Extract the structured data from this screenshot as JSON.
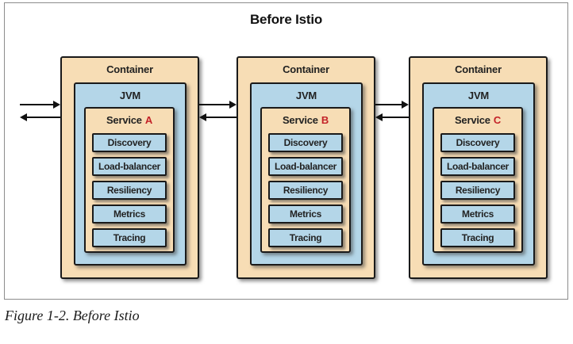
{
  "figure": {
    "title": "Before Istio",
    "caption": "Figure 1-2. Before Istio"
  },
  "colors": {
    "container_fill": "#f7ddb5",
    "jvm_fill": "#b4d6e8",
    "service_fill": "#f7ddb5",
    "feature_fill": "#b4d6e8",
    "box_border": "#1a1a1a",
    "service_letter_red": "#c32127",
    "frame_border": "#8c8c8c",
    "arrow_color": "#111111"
  },
  "containers": [
    {
      "label": "Container",
      "jvm_label": "JVM",
      "service_label": "Service",
      "service_id": "A",
      "features": [
        "Discovery",
        "Load-balancer",
        "Resiliency",
        "Metrics",
        "Tracing"
      ]
    },
    {
      "label": "Container",
      "jvm_label": "JVM",
      "service_label": "Service",
      "service_id": "B",
      "features": [
        "Discovery",
        "Load-balancer",
        "Resiliency",
        "Metrics",
        "Tracing"
      ]
    },
    {
      "label": "Container",
      "jvm_label": "JVM",
      "service_label": "Service",
      "service_id": "C",
      "features": [
        "Discovery",
        "Load-balancer",
        "Resiliency",
        "Metrics",
        "Tracing"
      ]
    }
  ],
  "arrows": [
    {
      "between": "left-edge-and-service-a",
      "directions": [
        "right",
        "left"
      ]
    },
    {
      "between": "service-a-and-service-b",
      "directions": [
        "right",
        "left"
      ]
    },
    {
      "between": "service-b-and-service-c",
      "directions": [
        "right",
        "left"
      ]
    }
  ]
}
